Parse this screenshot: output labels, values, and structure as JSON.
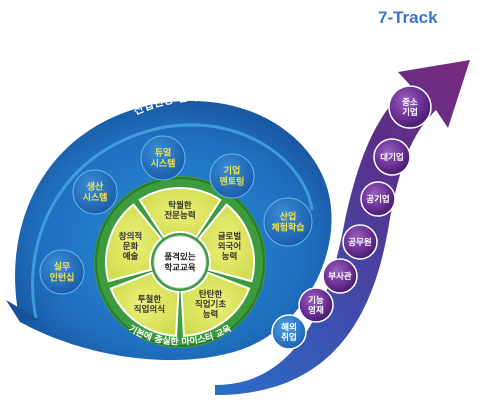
{
  "header": {
    "track_title": "7-Track"
  },
  "outer_ring": {
    "title": "산업현장 밀착형 실무교육"
  },
  "outer_items": [
    [
      "실무",
      "인턴십"
    ],
    [
      "생산",
      "시스템"
    ],
    [
      "듀얼",
      "시스템"
    ],
    [
      "기업",
      "멘토링"
    ],
    [
      "산업",
      "체험학습"
    ]
  ],
  "inner_ring": {
    "title": "기본에 충실한 마이스터 교육"
  },
  "center": [
    "품격있는",
    "학교교육"
  ],
  "petals": [
    [
      "탁월한",
      "전문능력"
    ],
    [
      "글로벌",
      "외국어",
      "능력"
    ],
    [
      "탄탄한",
      "직업기초",
      "능력"
    ],
    [
      "투철한",
      "직업의식"
    ],
    [
      "창의적",
      "문화",
      "예술"
    ]
  ],
  "tracks": [
    [
      "중소",
      "기업"
    ],
    [
      "대기업"
    ],
    [
      "공기업"
    ],
    [
      "공무원"
    ],
    [
      "부사관"
    ],
    [
      "기능",
      "영재"
    ],
    [
      "해외",
      "취업"
    ]
  ],
  "footer": {
    "track_label": "7-Track"
  },
  "colors": {
    "outer_blue": "#1f6fbf",
    "light_blue": "#3fa6e4",
    "green": "#3c9b3c",
    "petal_yellow": "#d6e25a",
    "label_yellow": "#f5e34a",
    "purple": "#5b2d82",
    "track_title": "#3b77c4"
  }
}
